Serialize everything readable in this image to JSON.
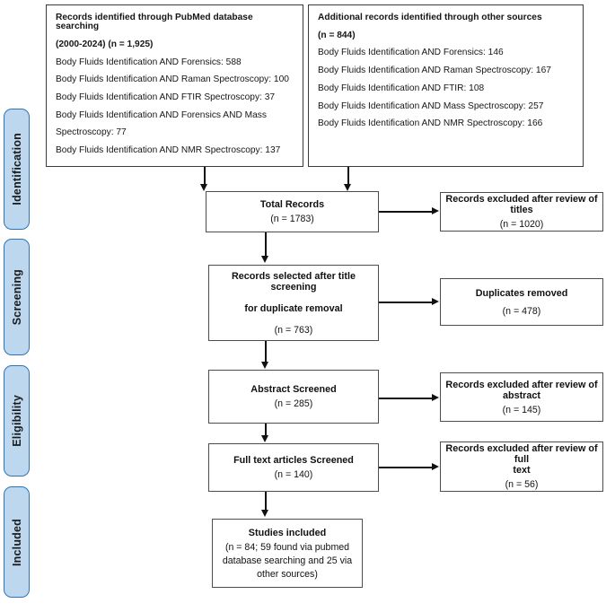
{
  "diagram": {
    "type": "prisma-flow-diagram",
    "stages": [
      {
        "label": "Identification"
      },
      {
        "label": "Screening"
      },
      {
        "label": "Eligibility"
      },
      {
        "label": "Included"
      }
    ],
    "sources": {
      "pubmed": {
        "heading_line1": "Records identified through PubMed database searching",
        "heading_line2": "(2000-2024) (n = 1,925)",
        "queries": [
          "Body Fluids Identification AND Forensics: 588",
          "Body Fluids Identification AND Raman Spectroscopy: 100",
          "Body Fluids Identification AND FTIR Spectroscopy: 37",
          "Body Fluids Identification AND Forensics AND Mass",
          "Spectroscopy: 77",
          "Body Fluids Identification AND NMR Spectroscopy: 137"
        ]
      },
      "other": {
        "heading_line1": "Additional records identified through other sources",
        "heading_line2": "(n = 844)",
        "queries": [
          "Body Fluids Identification AND Forensics: 146",
          "Body Fluids Identification AND Raman Spectroscopy: 167",
          "Body Fluids Identification AND FTIR: 108",
          "Body Fluids Identification AND Mass Spectroscopy: 257",
          "Body Fluids Identification AND NMR Spectroscopy: 166"
        ]
      }
    },
    "flow": {
      "total_records": {
        "title": "Total Records",
        "count": "(n = 1783)"
      },
      "title_screening": {
        "title_line1": "Records selected after title screening",
        "title_line2": "for duplicate removal",
        "count": "(n = 763)"
      },
      "abstract_screened": {
        "title": "Abstract Screened",
        "count": "(n = 285)"
      },
      "full_text_screened": {
        "title": "Full text articles Screened",
        "count": "(n = 140)"
      },
      "studies_included": {
        "title": "Studies included",
        "detail_line1": "(n = 84; 59 found via pubmed",
        "detail_line2": "database searching and 25 via",
        "detail_line3": "other sources)"
      }
    },
    "exclusions": {
      "titles": {
        "title": "Records excluded after review of titles",
        "count": "(n = 1020)"
      },
      "duplicates": {
        "title": "Duplicates removed",
        "count": "(n = 478)"
      },
      "abstract": {
        "title_line1": "Records excluded after review of",
        "title_line2": "abstract",
        "count": "(n = 145)"
      },
      "full_text": {
        "title_line1": "Records excluded after review of full",
        "title_line2": "text",
        "count": "(n = 56)"
      }
    },
    "colors": {
      "stage_fill": "#bdd7ee",
      "stage_border": "#2e74b5",
      "box_border": "#4d4d4d",
      "connector": "#111111",
      "background": "#ffffff"
    }
  }
}
